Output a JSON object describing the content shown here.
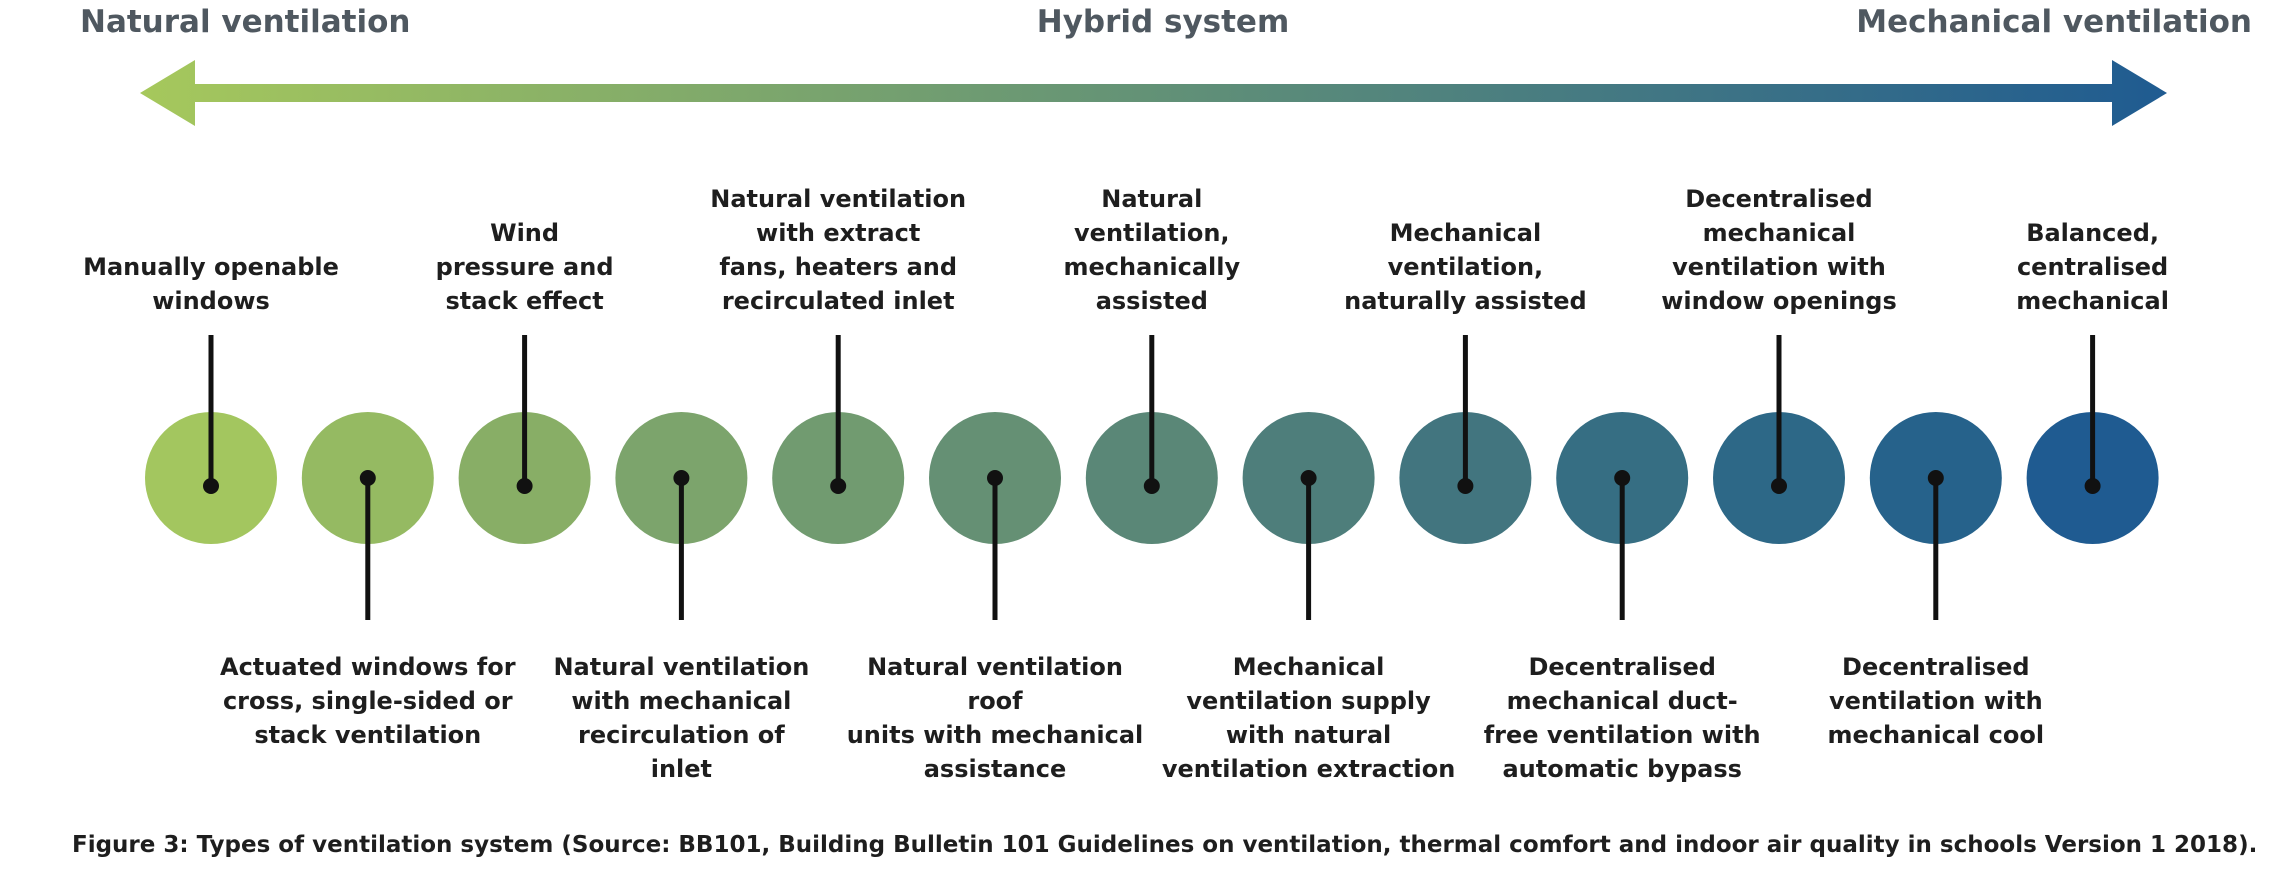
{
  "headers": {
    "left": "Natural ventilation",
    "center": "Hybrid system",
    "right": "Mechanical ventilation"
  },
  "colors": {
    "arrow_start": "#a6c85c",
    "arrow_end": "#1f5b91",
    "stem": "#111111",
    "header_text": "#4f5860"
  },
  "nodes": [
    {
      "label": "Manually openable\nwindows",
      "label_side": "top",
      "color": "#a3c65f"
    },
    {
      "label": "Actuated windows for\ncross, single-sided or\nstack ventilation",
      "label_side": "bottom",
      "color": "#95ba62"
    },
    {
      "label": "Wind\npressure and\nstack effect",
      "label_side": "top",
      "color": "#88ae66"
    },
    {
      "label": "Natural ventilation\nwith mechanical\nrecirculation of\ninlet",
      "label_side": "bottom",
      "color": "#7ca46c"
    },
    {
      "label": "Natural ventilation\nwith extract\nfans, heaters and\nrecirculated inlet",
      "label_side": "top",
      "color": "#719b70"
    },
    {
      "label": "Natural ventilation roof\nunits with mechanical\nassistance",
      "label_side": "bottom",
      "color": "#659074"
    },
    {
      "label": "Natural\nventilation,\nmechanically\nassisted",
      "label_side": "top",
      "color": "#5a8777"
    },
    {
      "label": "Mechanical\nventilation supply\nwith natural\nventilation extraction",
      "label_side": "bottom",
      "color": "#4e7e7b"
    },
    {
      "label": "Mechanical\nventilation,\nnaturally assisted",
      "label_side": "top",
      "color": "#42757f"
    },
    {
      "label": "Decentralised\nmechanical duct-\nfree ventilation with\nautomatic bypass",
      "label_side": "bottom",
      "color": "#366e83"
    },
    {
      "label": "Decentralised\nmechanical\nventilation with\nwindow openings",
      "label_side": "top",
      "color": "#2d6887"
    },
    {
      "label": "Decentralised\nventilation with\nmechanical cool",
      "label_side": "bottom",
      "color": "#26628b"
    },
    {
      "label": "Balanced,\ncentralised\nmechanical",
      "label_side": "top",
      "color": "#1f5b91"
    }
  ],
  "caption": "Figure 3: Types of ventilation system (Source: BB101, Building Bulletin 101 Guidelines on ventilation, thermal comfort and indoor air quality in schools Version 1 2018)."
}
